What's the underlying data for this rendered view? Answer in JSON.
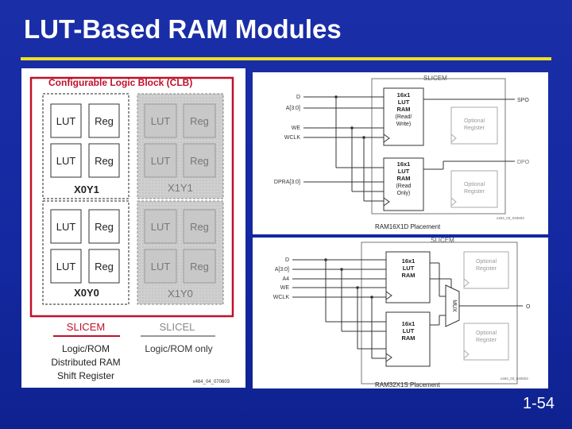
{
  "slide": {
    "title": "LUT-Based RAM Modules",
    "page_number": "1-54",
    "accent_color": "#f0e020",
    "background_color": "#1428a0"
  },
  "clb": {
    "heading": "Configurable Logic Block (CLB)",
    "lut": "LUT",
    "reg": "Reg",
    "quads": [
      "X0Y1",
      "X1Y1",
      "X0Y0",
      "X1Y0"
    ],
    "slicem_label": "SLICEM",
    "slicel_label": "SLICEL",
    "slicem_desc": [
      "Logic/ROM",
      "Distributed RAM",
      "Shift Register"
    ],
    "slicel_desc": [
      "Logic/ROM only"
    ],
    "figure_id": "x464_04_070603",
    "slicem_color": "#c0102a"
  },
  "ram16": {
    "header": "SLICEM",
    "inputs": [
      "D",
      "A[3:0]",
      "WE",
      "WCLK",
      "DPRA[3:0]"
    ],
    "upper_lut": [
      "16x1",
      "LUT",
      "RAM",
      "(Read/",
      "Write)"
    ],
    "lower_lut": [
      "16x1",
      "LUT",
      "RAM",
      "(Read",
      "Only)"
    ],
    "optional_register": [
      "Optional",
      "Register"
    ],
    "outputs": [
      "SPO",
      "DPO"
    ],
    "caption": "RAM16X1D Placement",
    "figure_id": "x464_03_040503"
  },
  "ram32": {
    "header": "SLICEM",
    "inputs": [
      "D",
      "A[3:0]",
      "A4",
      "WE",
      "WCLK"
    ],
    "lut": [
      "16x1",
      "LUT",
      "RAM"
    ],
    "mux_label": "MUX",
    "optional_register": [
      "Optional",
      "Register"
    ],
    "output": "O",
    "caption": "RAM32X1S Placement",
    "figure_id": "x464_03_040503"
  }
}
